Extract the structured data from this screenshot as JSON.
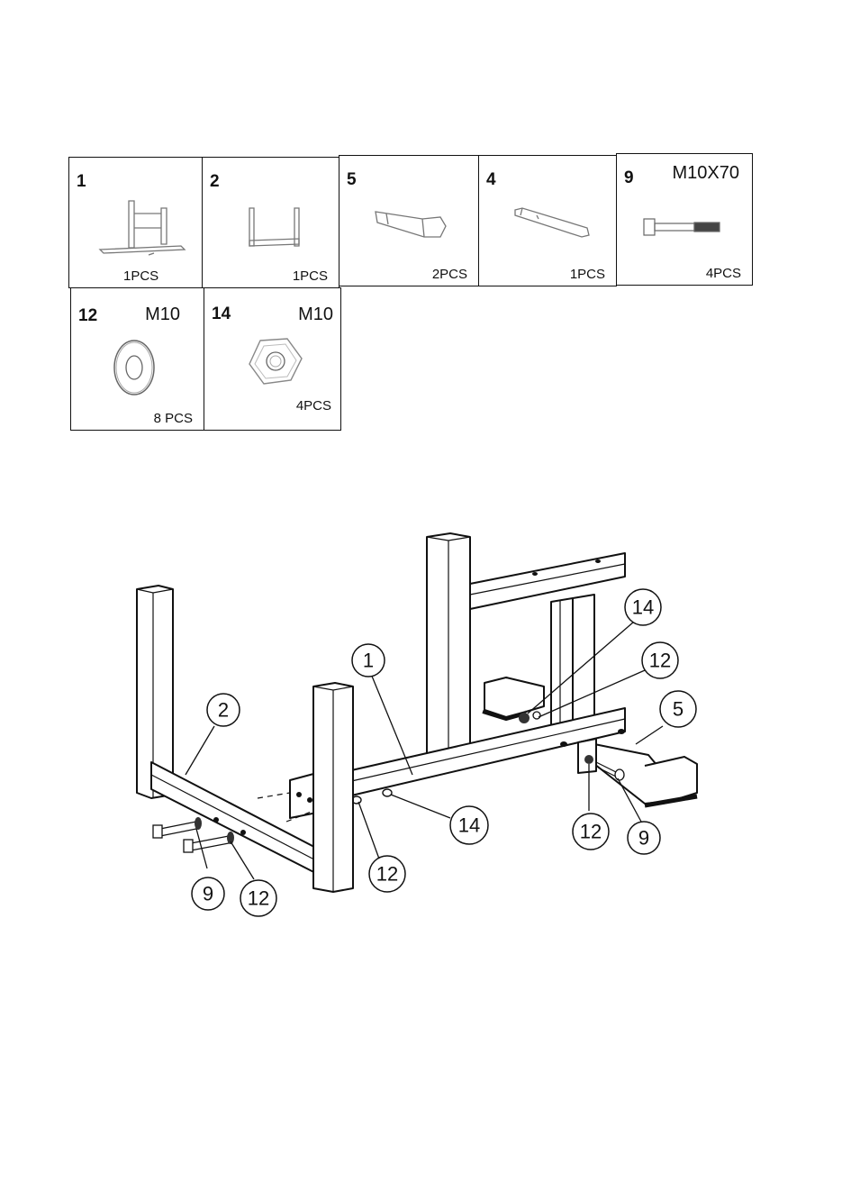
{
  "parts": [
    {
      "num": "1",
      "spec": "",
      "qty": "1PCS"
    },
    {
      "num": "2",
      "spec": "",
      "qty": "1PCS"
    },
    {
      "num": "5",
      "spec": "",
      "qty": "2PCS"
    },
    {
      "num": "4",
      "spec": "",
      "qty": "1PCS"
    },
    {
      "num": "9",
      "spec": "M10X70",
      "qty": "4PCS"
    },
    {
      "num": "12",
      "spec": "M10",
      "qty": "8 PCS"
    },
    {
      "num": "14",
      "spec": "M10",
      "qty": "4PCS"
    }
  ],
  "callouts": {
    "c14a": "14",
    "c12a": "12",
    "c1": "1",
    "c2": "2",
    "c5": "5",
    "c14b": "14",
    "c12b": "12",
    "c9a": "9",
    "c12c": "12",
    "c12d": "12",
    "c9b": "9"
  }
}
